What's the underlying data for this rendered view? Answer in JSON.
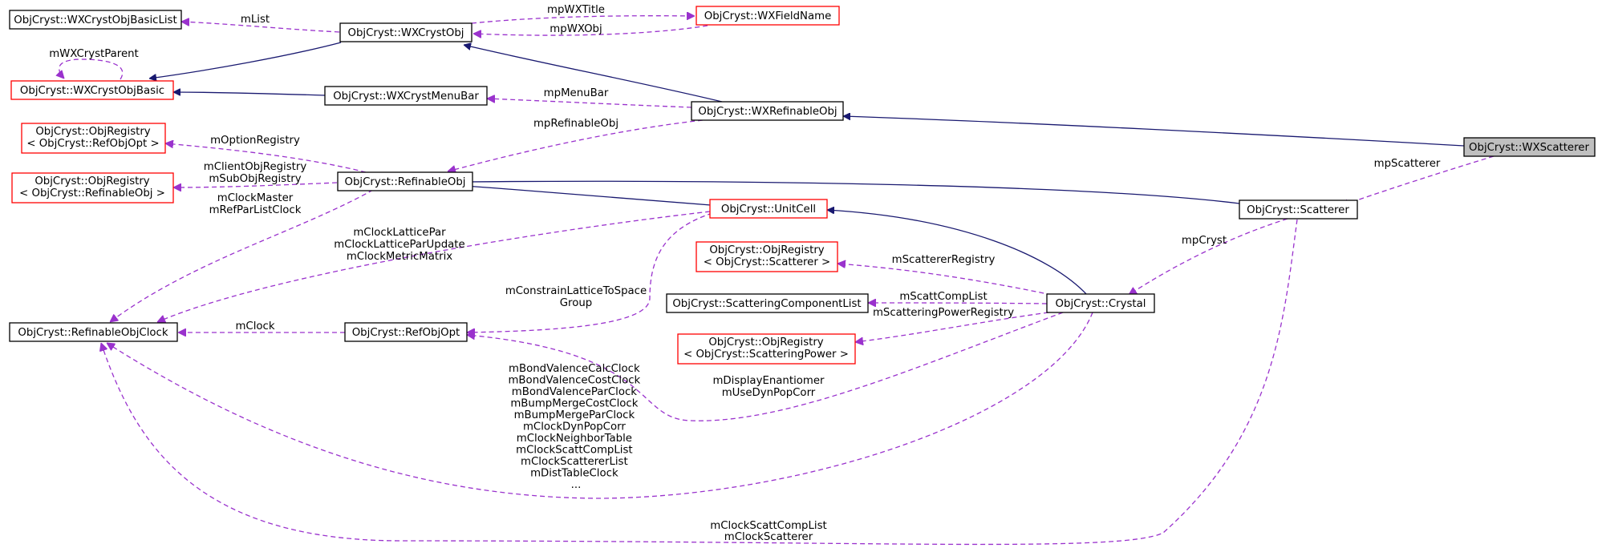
{
  "nodes": {
    "wxcrystobjbasiclist": [
      "ObjCryst::WXCrystObjBasicList"
    ],
    "wxcrystobjbasic": [
      "ObjCryst::WXCrystObjBasic"
    ],
    "objregistry_refobjopt": [
      "ObjCryst::ObjRegistry",
      "< ObjCryst::RefObjOpt >"
    ],
    "objregistry_refinableobj": [
      "ObjCryst::ObjRegistry",
      "< ObjCryst::RefinableObj >"
    ],
    "refinableobjclock": [
      "ObjCryst::RefinableObjClock"
    ],
    "wxcrystobj": [
      "ObjCryst::WXCrystObj"
    ],
    "wxcrystmenubar": [
      "ObjCryst::WXCrystMenuBar"
    ],
    "refinableobj": [
      "ObjCryst::RefinableObj"
    ],
    "refobjopt": [
      "ObjCryst::RefObjOpt"
    ],
    "wxfieldname": [
      "ObjCryst::WXFieldName"
    ],
    "wxrefinableobj": [
      "ObjCryst::WXRefinableObj"
    ],
    "unitcell": [
      "ObjCryst::UnitCell"
    ],
    "objregistry_scatterer": [
      "ObjCryst::ObjRegistry",
      "< ObjCryst::Scatterer >"
    ],
    "scatteringcomponentlist": [
      "ObjCryst::ScatteringComponentList"
    ],
    "objregistry_scatteringpower": [
      "ObjCryst::ObjRegistry",
      "< ObjCryst::ScatteringPower >"
    ],
    "crystal": [
      "ObjCryst::Crystal"
    ],
    "scatterer": [
      "ObjCryst::Scatterer"
    ],
    "wxscatterer": [
      "ObjCryst::WXScatterer"
    ]
  },
  "edge_labels": {
    "mlist": [
      "mList"
    ],
    "mpwxtitle": [
      "mpWXTitle"
    ],
    "mpwxobj": [
      "mpWXObj"
    ],
    "mwxcrystparent": [
      "mWXCrystParent"
    ],
    "mpmenubar": [
      "mpMenuBar"
    ],
    "mprefinableobj": [
      "mpRefinableObj"
    ],
    "moptionregistry": [
      "mOptionRegistry"
    ],
    "mclientobjregistry": [
      "mClientObjRegistry",
      "mSubObjRegistry"
    ],
    "mclockmaster": [
      "mClockMaster",
      "mRefParListClock"
    ],
    "mclocklatticepar": [
      "mClockLatticePar",
      "mClockLatticeParUpdate",
      "mClockMetricMatrix"
    ],
    "mconstrainlattice": [
      "mConstrainLatticeToSpace",
      "Group"
    ],
    "mclock": [
      "mClock"
    ],
    "mscattererregistry": [
      "mScattererRegistry"
    ],
    "mscattcomplist": [
      "mScattCompList"
    ],
    "mscatteringpowerregistry": [
      "mScatteringPowerRegistry"
    ],
    "mpcryst": [
      "mpCryst"
    ],
    "mpscatterer": [
      "mpScatterer"
    ],
    "mdisplayenantiomer": [
      "mDisplayEnantiomer",
      "mUseDynPopCorr"
    ],
    "mbondvalence": [
      "mBondValenceCalcClock",
      "mBondValenceCostClock",
      "mBondValenceParClock",
      "mBumpMergeCostClock",
      "mBumpMergeParClock",
      "mClockDynPopCorr",
      "mClockNeighborTable",
      "mClockScattCompList",
      "mClockScattererList",
      "mDistTableClock",
      "..."
    ],
    "mclockscattcomplist": [
      "mClockScattCompList",
      "mClockScatterer"
    ]
  }
}
